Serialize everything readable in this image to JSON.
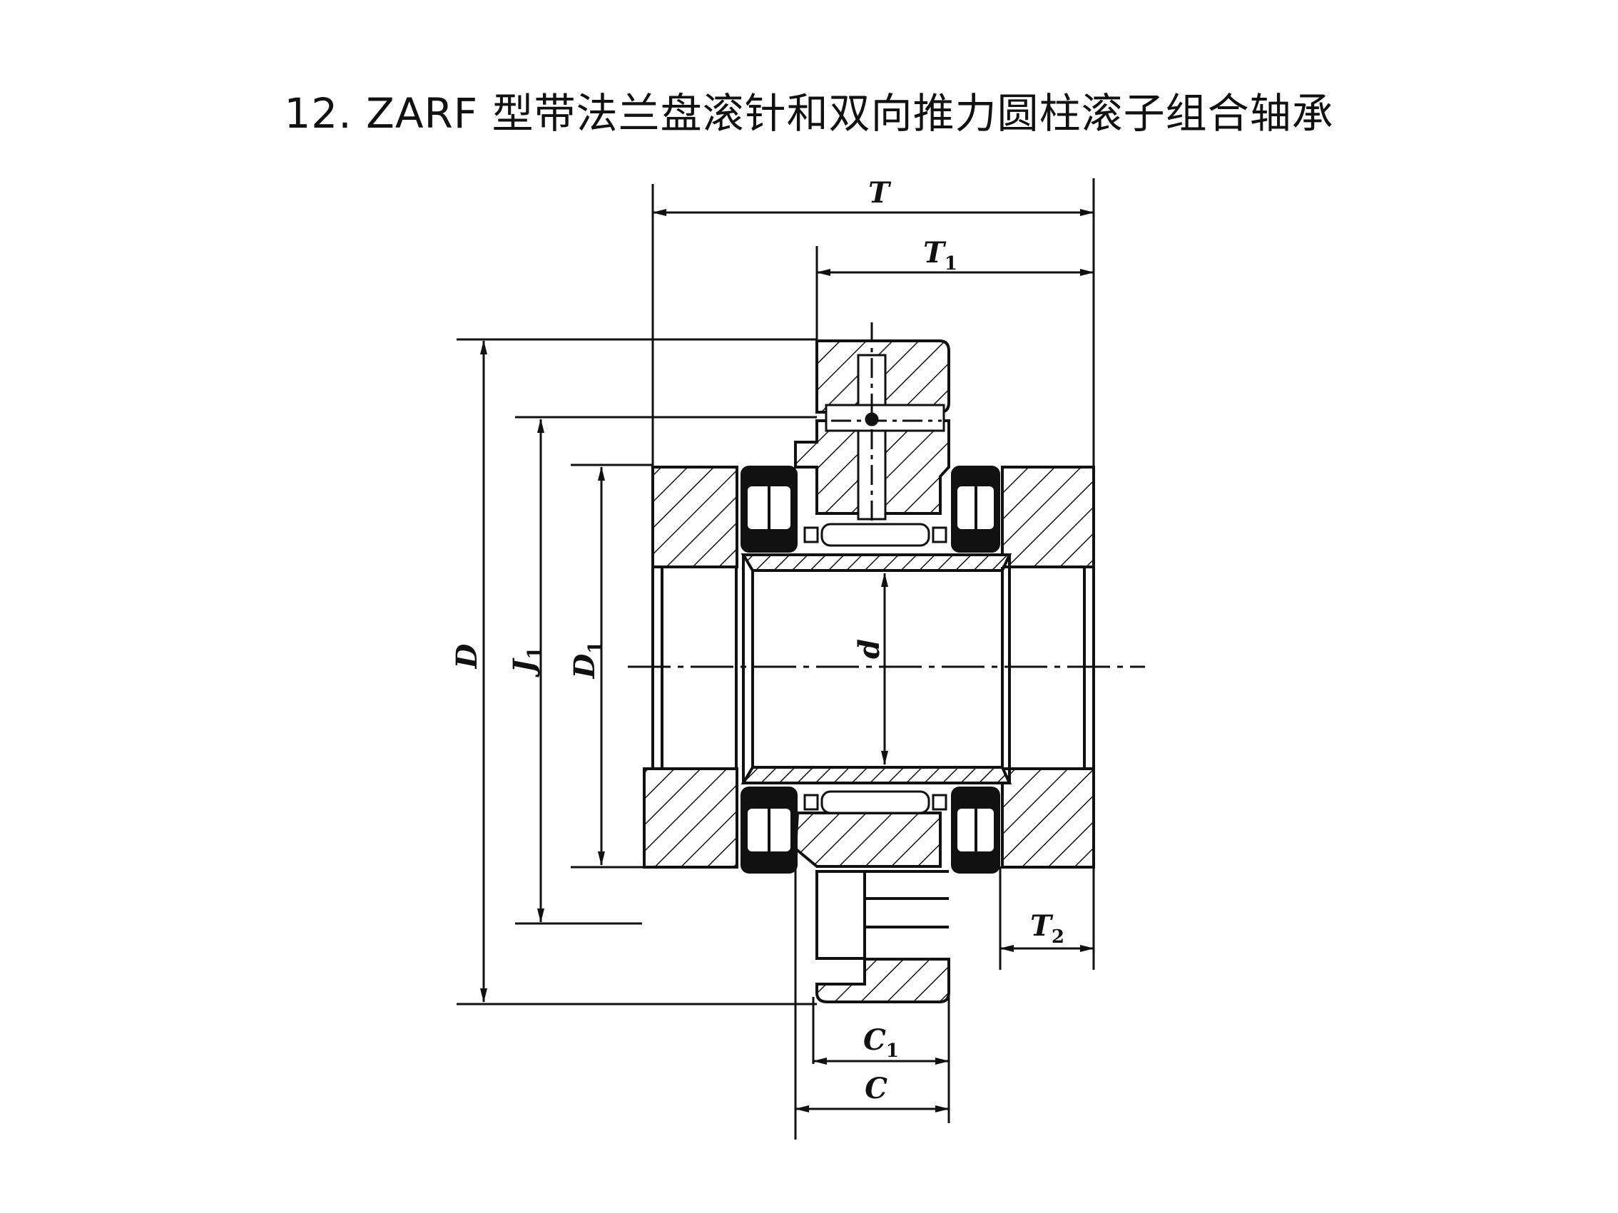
{
  "title": "12. ZARF 型带法兰盘滚针和双向推力圆柱滚子组合轴承",
  "colors": {
    "ink": "#111111",
    "paper": "#ffffff",
    "seal": "#111111"
  },
  "dimensions": {
    "T": {
      "letter": "T",
      "sub": ""
    },
    "T1": {
      "letter": "T",
      "sub": "1"
    },
    "T2": {
      "letter": "T",
      "sub": "2"
    },
    "D": {
      "letter": "D",
      "sub": ""
    },
    "J1": {
      "letter": "J",
      "sub": "1"
    },
    "D1": {
      "letter": "D",
      "sub": "1"
    },
    "d": {
      "letter": "d",
      "sub": ""
    },
    "C1": {
      "letter": "C",
      "sub": "1"
    },
    "C": {
      "letter": "C",
      "sub": ""
    }
  }
}
